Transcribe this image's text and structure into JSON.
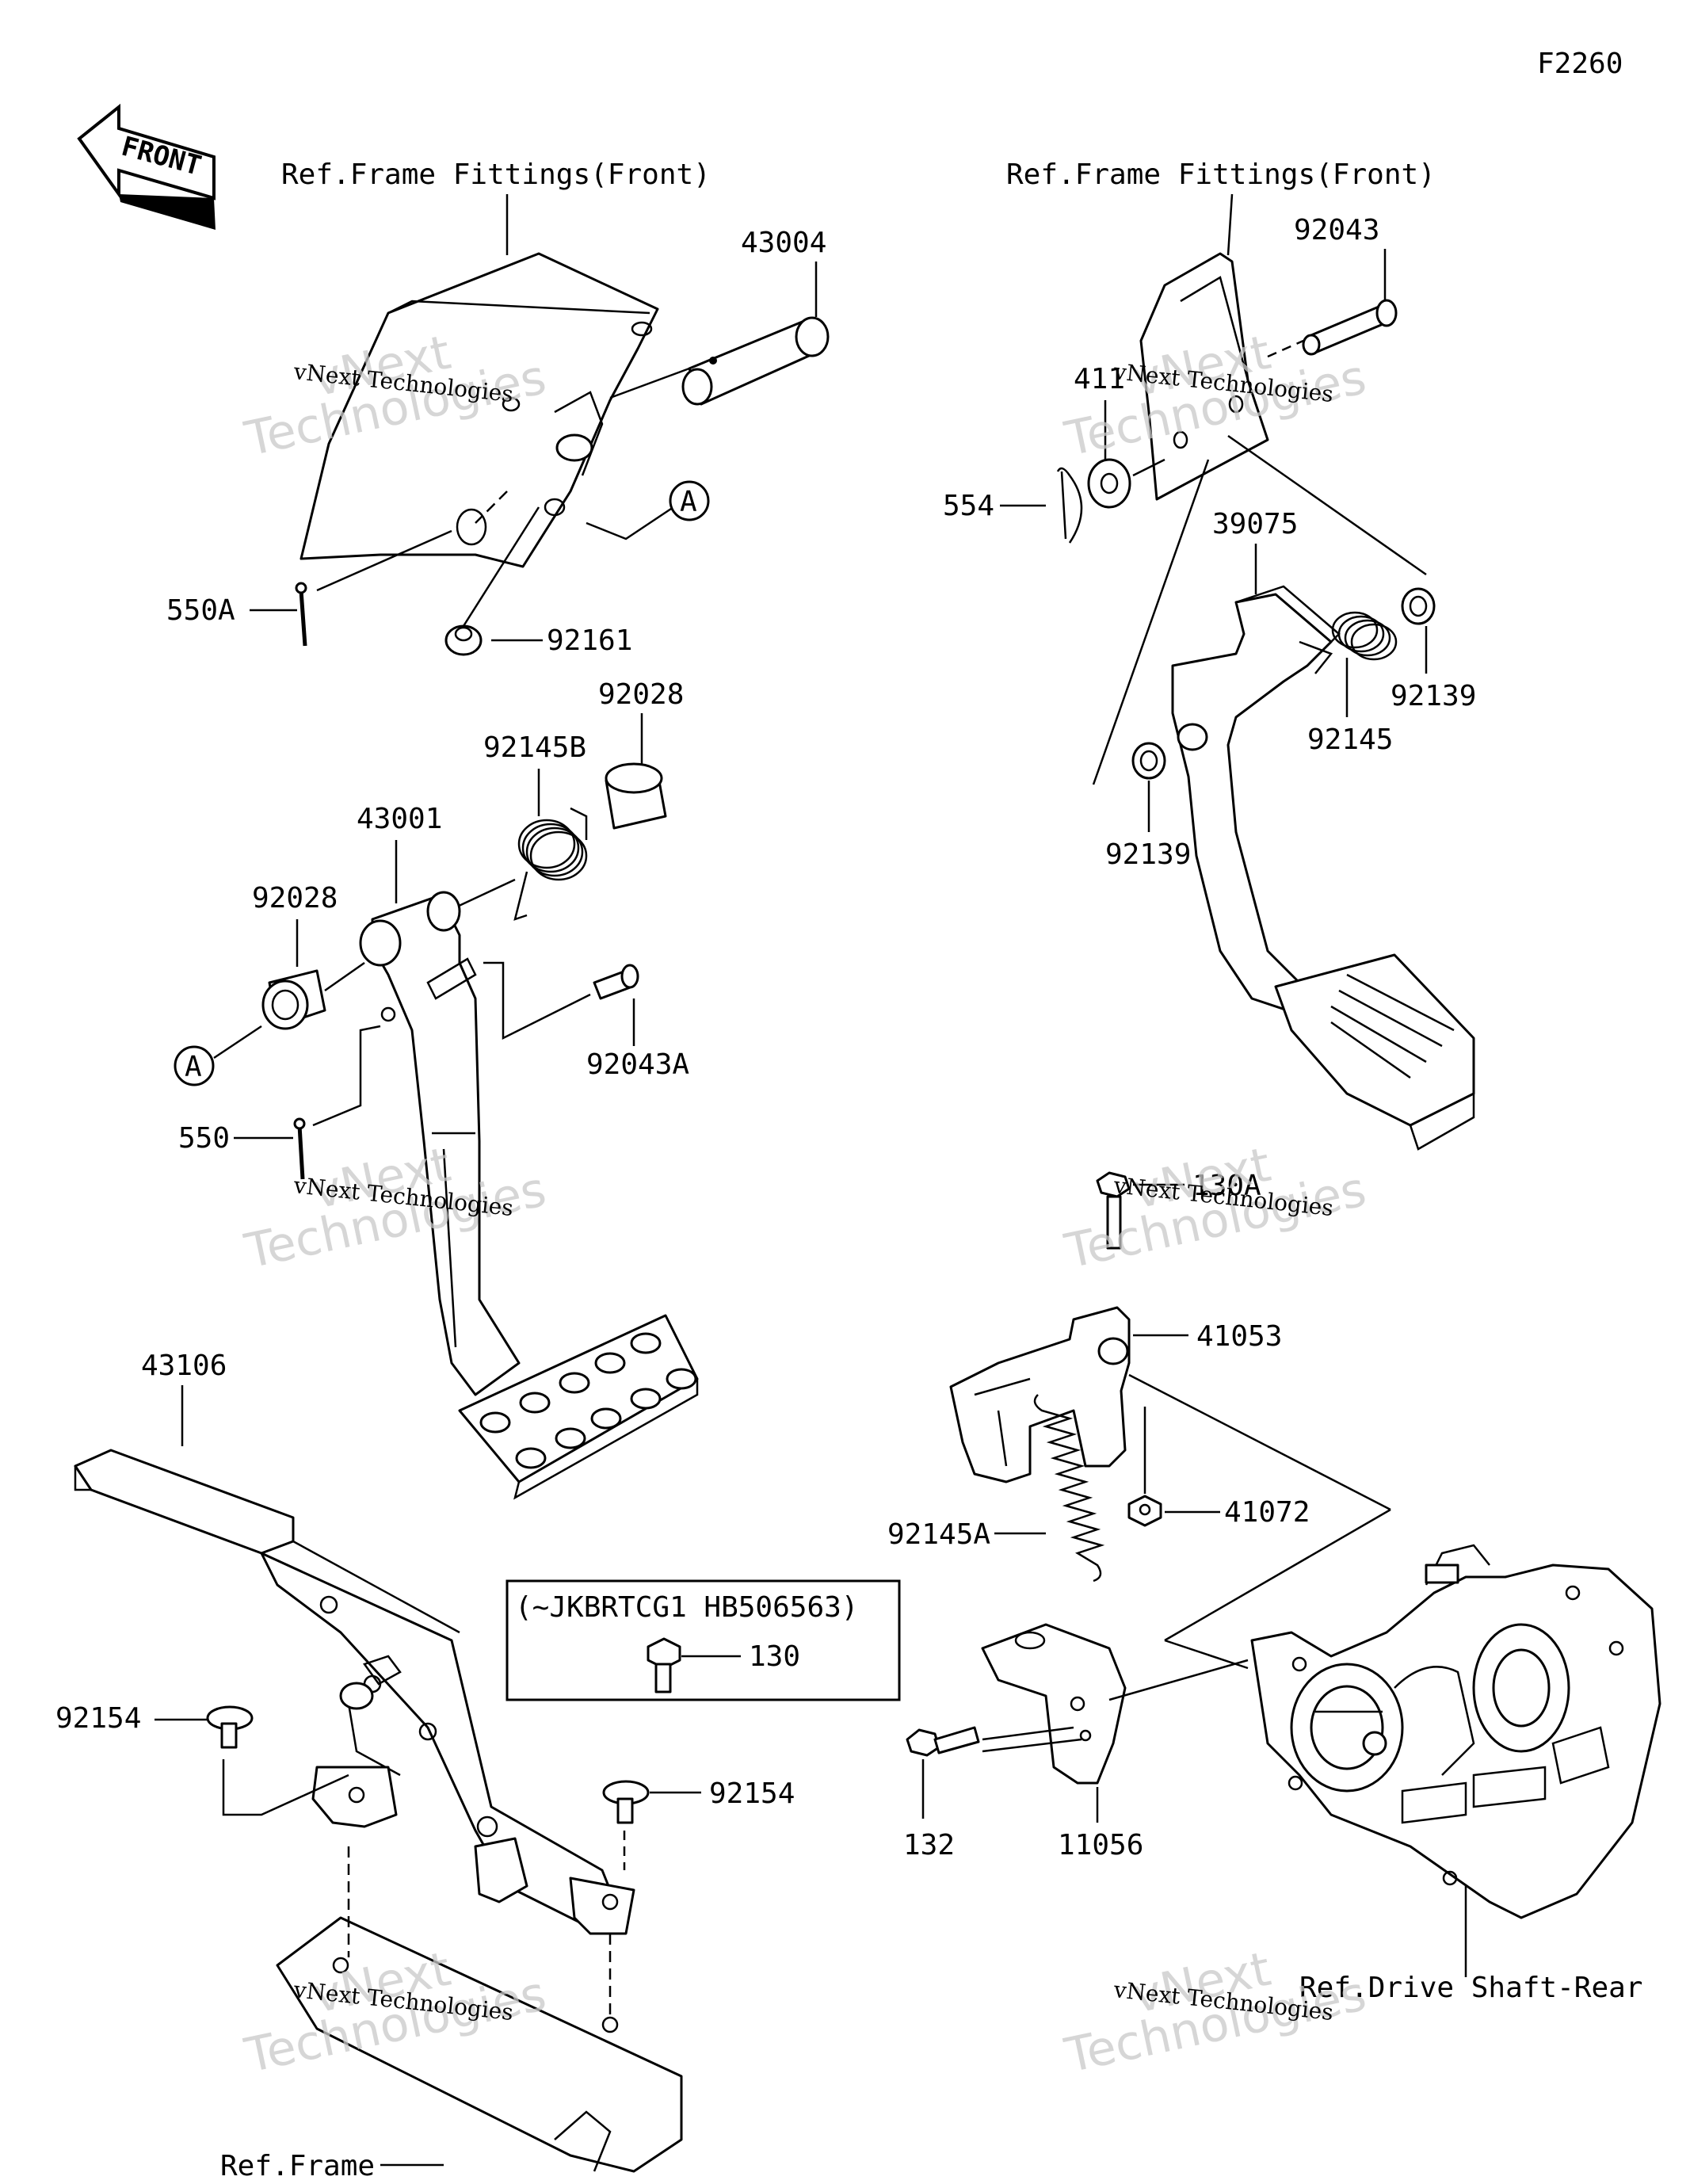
{
  "figure_id": "F2260",
  "front_indicator": "FRONT",
  "references": {
    "frame_fittings_left": "Ref.Frame Fittings(Front)",
    "frame_fittings_right": "Ref.Frame Fittings(Front)",
    "drive_shaft": "Ref.Drive Shaft-Rear",
    "frame": "Ref.Frame"
  },
  "callout_marker": "A",
  "serial_note": "(~JKBRTCG1 HB506563)",
  "parts": {
    "p43004": "43004",
    "p550A": "550A",
    "p92161": "92161",
    "p92028_top": "92028",
    "p92145B": "92145B",
    "p43001": "43001",
    "p92028_left": "92028",
    "p92043A": "92043A",
    "p550": "550",
    "p43106": "43106",
    "p92154_left": "92154",
    "p92154_right": "92154",
    "p130": "130",
    "p92043": "92043",
    "p411": "411",
    "p554": "554",
    "p39075": "39075",
    "p92145": "92145",
    "p92139_right": "92139",
    "p92139_left": "92139",
    "p130A": "130A",
    "p41053": "41053",
    "p92145A": "92145A",
    "p41072": "41072",
    "p132": "132",
    "p11056": "11056"
  },
  "watermark": {
    "big_top": "vNext",
    "big_bottom": "Technologies",
    "small": "vNext Technologies"
  }
}
